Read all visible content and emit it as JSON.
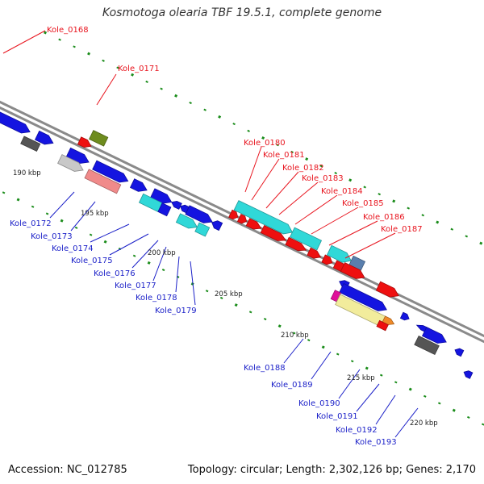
{
  "title": "Kosmotoga olearia TBF 19.5.1, complete genome",
  "footer": {
    "accession": "Accession: NC_012785",
    "topology": "Topology: circular; Length: 2,302,126 bp; Genes: 2,170"
  },
  "colors": {
    "plus_label": "#e8141e",
    "minus_label": "#1a1fc8",
    "backbone": "#888888",
    "tick": "#1a8c1a"
  },
  "positions": [
    "190 kbp",
    "195 kbp",
    "200 kbp",
    "205 kbp",
    "210 kbp",
    "215 kbp",
    "220 kbp"
  ],
  "labels_plus": [
    "Kole_0168",
    "Kole_0171",
    "Kole_0180",
    "Kole_0181",
    "Kole_0182",
    "Kole_0183",
    "Kole_0184",
    "Kole_0185",
    "Kole_0186",
    "Kole_0187"
  ],
  "labels_minus": [
    "Kole_0172",
    "Kole_0173",
    "Kole_0174",
    "Kole_0175",
    "Kole_0176",
    "Kole_0177",
    "Kole_0178",
    "Kole_0179",
    "Kole_0188",
    "Kole_0189",
    "Kole_0190",
    "Kole_0191",
    "Kole_0192",
    "Kole_0193"
  ]
}
